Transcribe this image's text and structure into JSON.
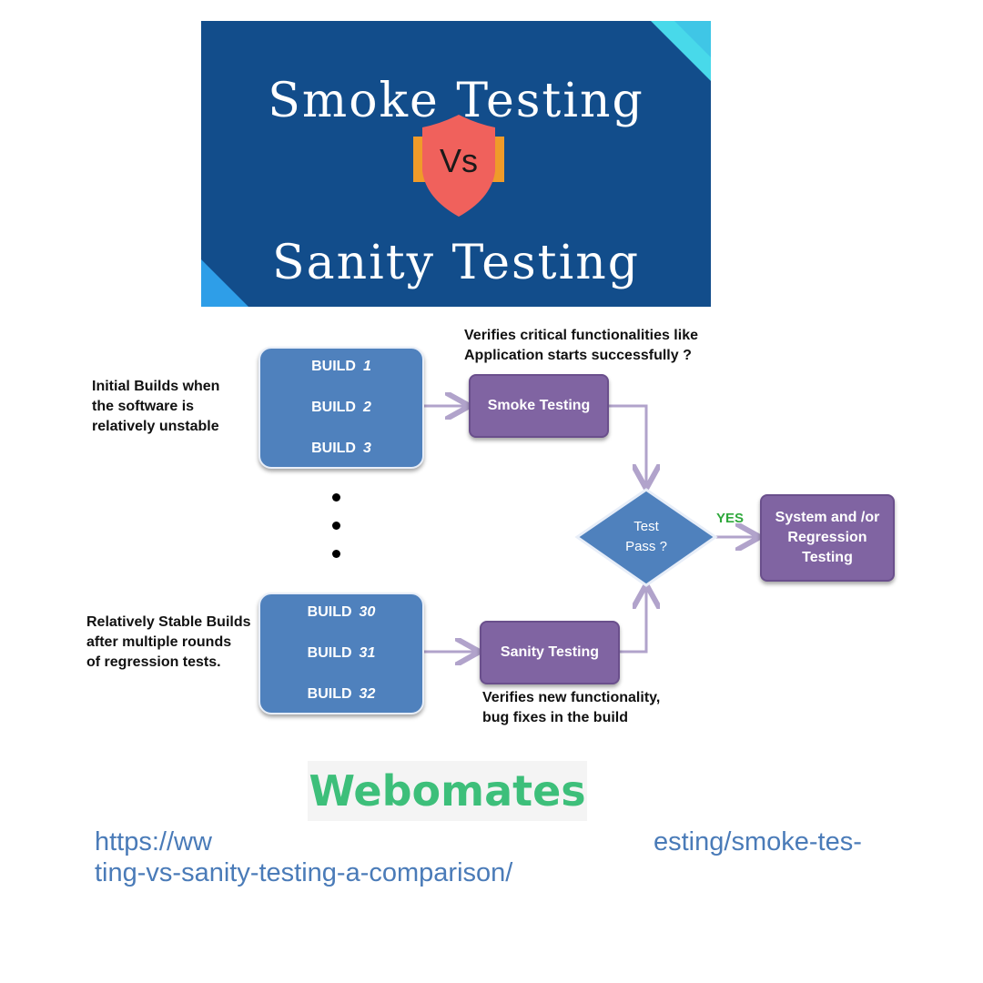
{
  "banner": {
    "title_top": "Smoke Testing",
    "vs": "Vs",
    "title_bottom": "Sanity Testing",
    "colors": {
      "background": "#124d8b",
      "shield": "#f0615c",
      "bar": "#ef9b2a"
    }
  },
  "diagram": {
    "note_top_left": "Initial Builds when\n the software is\nrelatively unstable",
    "note_bottom_left": "Relatively Stable Builds\nafter multiple rounds\nof regression tests.",
    "build_group_1": [
      {
        "label": "BUILD",
        "num": "1"
      },
      {
        "label": "BUILD",
        "num": "2"
      },
      {
        "label": "BUILD",
        "num": "3"
      }
    ],
    "build_group_2": [
      {
        "label": "BUILD",
        "num": "30"
      },
      {
        "label": "BUILD",
        "num": "31"
      },
      {
        "label": "BUILD",
        "num": "32"
      }
    ],
    "smoke_note": "Verifies critical functionalities like\nApplication starts successfully ?",
    "smoke_box": "Smoke Testing",
    "sanity_box": "Sanity Testing",
    "sanity_note": "Verifies new functionality,\nbug fixes in the build",
    "decision": "Test\nPass ?",
    "yes": "YES",
    "result_box": "System and /or\nRegression\nTesting"
  },
  "logo": {
    "text": "Webomates"
  },
  "url": {
    "line1_left": "https://ww",
    "line1_right": "esting/smoke-tes-",
    "line2": "ting-vs-sanity-testing-a-comparison/"
  }
}
